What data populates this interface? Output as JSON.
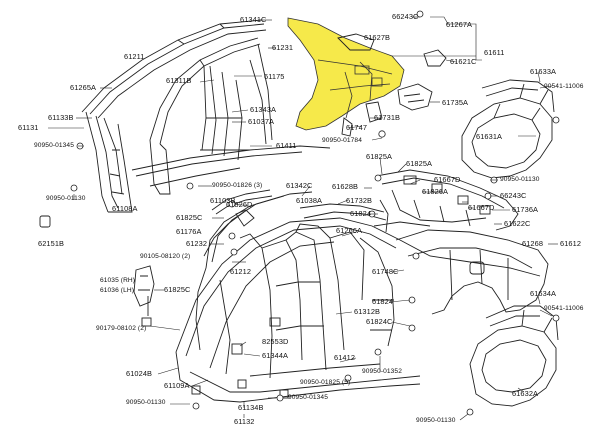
{
  "diagram": {
    "highlight_color": "#f6e94a",
    "line_color": "#222222",
    "labels": {
      "p66243C_top": "66243C",
      "p61267A": "61267A",
      "p61611": "61611",
      "p61341C": "61341C",
      "p61627B": "61627B",
      "p61621C": "61621C",
      "p61211": "61211",
      "p61231": "61231",
      "p61311B": "61311B",
      "p61175": "61175",
      "p61265A": "61265A",
      "p61343A": "61343A",
      "p61037A": "61037A",
      "p61133B": "61133B",
      "p61131": "61131",
      "p90950_01345_left": "90950-01345",
      "p61747": "61747",
      "p61731B": "61731B",
      "p90950_01784": "90950-01784",
      "p61735A": "61735A",
      "p61633A": "61633A",
      "p90541_11006_top": "90541-11006",
      "p61631A": "61631A",
      "p61411": "61411",
      "p61825A": "61825A",
      "p61825A_2": "61825A",
      "p90950_01130_left": "90950-01130",
      "p61108A": "61108A",
      "p90950_01826_3": "90950-01826 (3)",
      "p61667D_top": "61667D",
      "p61826A": "61826A",
      "p61342C": "61342C",
      "p61628B": "61628B",
      "p61103B": "61103B",
      "p61038A": "61038A",
      "p61732B": "61732B",
      "p61667D": "61667D",
      "p90950_01130_mid": "90950-01130",
      "p66243C": "66243C",
      "p61736A": "61736A",
      "p61826D": "61826D",
      "p61825C": "61825C",
      "p61176A": "61176A",
      "p61824_top": "61824",
      "p61622C": "61622C",
      "p61266A": "61266A",
      "p61232": "61232",
      "p61268": "61268",
      "p61612": "61612",
      "p62151B": "62151B",
      "p90105_08120_2": "90105-08120 (2)",
      "p61212": "61212",
      "p61748C": "61748C",
      "p61035_RH": "61035 (RH)",
      "p61036_LH": "61036 (LH)",
      "p61825C_low": "61825C",
      "p61312B": "61312B",
      "p61824_mid": "61824",
      "p61824C": "61824C",
      "p61634A": "61634A",
      "p90541_11006": "90541-11006",
      "p90179_08102_2": "90179-08102 (2)",
      "p82553D": "82553D",
      "p61344A": "61344A",
      "p90950_01352": "90950-01352",
      "p61024B": "61024B",
      "p61109A": "61109A",
      "p61412": "61412",
      "p90950_01825_5": "90950-01825 (5)",
      "p90950_01130_bot": "90950-01130",
      "p90950_01345_bot": "90950-01345",
      "p61134B": "61134B",
      "p61632A": "61632A",
      "p61132": "61132",
      "p90950_01130_rb": "90950-01130"
    }
  }
}
